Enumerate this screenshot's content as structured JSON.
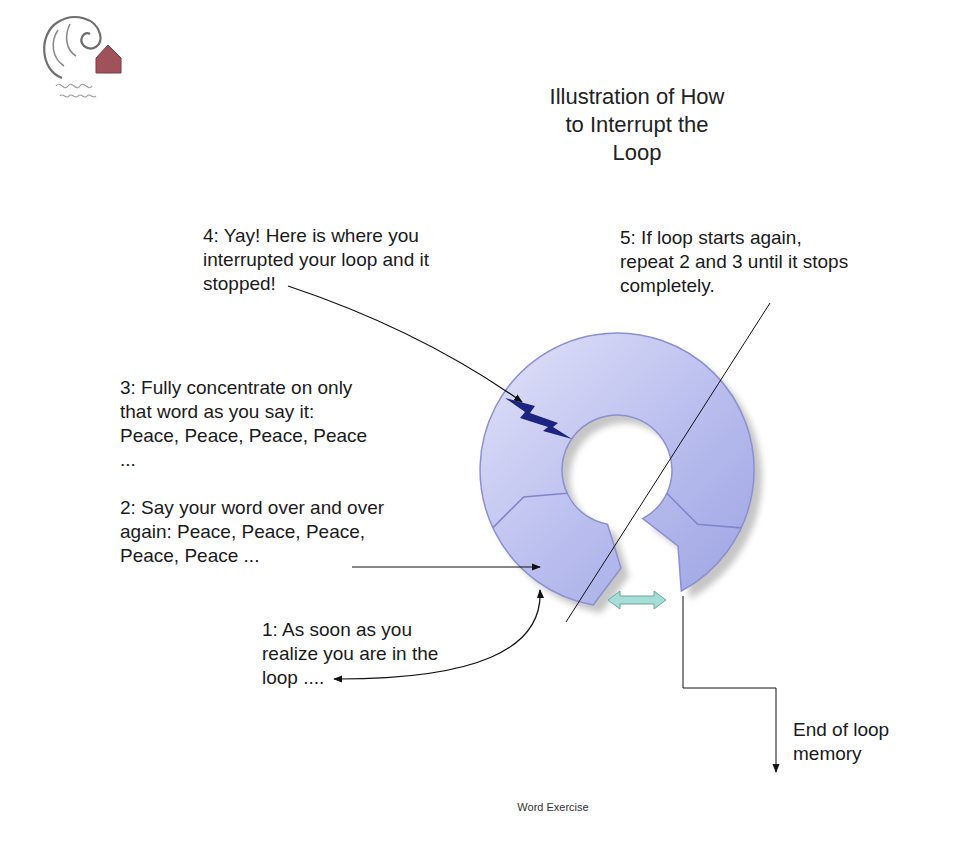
{
  "diagram": {
    "title": "Illustration of How to Interrupt the Loop",
    "caption": "Word Exercise",
    "labels": [
      "4: Yay! Here is where you interrupted your loop and it stopped!",
      "5: If loop starts again, repeat 2 and 3 until it stops completely.",
      "3: Fully concentrate on only that word as you say it: Peace, Peace, Peace, Peace ...",
      "2: Say your word over and over again: Peace, Peace, Peace, Peace, Peace ...",
      "1: As soon as you realize you are in the loop ....",
      "End of loop memory"
    ]
  }
}
